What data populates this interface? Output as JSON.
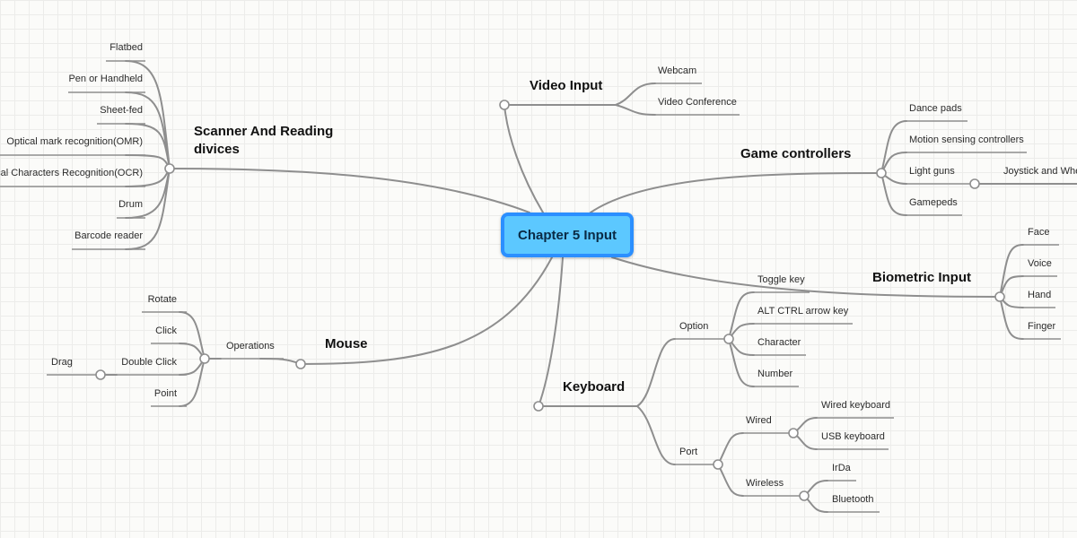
{
  "root": {
    "label": "Chapter 5 Input"
  },
  "branches": {
    "scanner": {
      "label_line1": "Scanner And Reading",
      "label_line2": "divices",
      "items": [
        "Flatbed",
        "Pen or Handheld",
        "Sheet-fed",
        "Optical mark recognition(OMR)",
        "Optical Characters Recognition(OCR)",
        "Drum",
        "Barcode reader"
      ]
    },
    "video": {
      "label": "Video Input",
      "items": [
        "Webcam",
        "Video Conference"
      ]
    },
    "game": {
      "label": "Game controllers",
      "items": [
        "Dance pads",
        "Motion sensing controllers",
        "Light guns",
        "Gamepeds"
      ],
      "light_gun_child": "Joystick and Wheels"
    },
    "biometric": {
      "label": "Biometric Input",
      "items": [
        "Face",
        "Voice",
        "Hand",
        "Finger"
      ]
    },
    "mouse": {
      "label": "Mouse",
      "operations_label": "Operations",
      "operations": [
        "Rotate",
        "Click",
        "Double Click",
        "Point"
      ],
      "double_click_child": "Drag"
    },
    "keyboard": {
      "label": "Keyboard",
      "option": {
        "label": "Option",
        "items": [
          "Toggle key",
          "ALT CTRL arrow key",
          "Character",
          "Number"
        ]
      },
      "port": {
        "label": "Port",
        "wired": {
          "label": "Wired",
          "items": [
            "Wired keyboard",
            "USB keyboard"
          ]
        },
        "wireless": {
          "label": "Wireless",
          "items": [
            "IrDa",
            "Bluetooth"
          ]
        }
      }
    }
  }
}
